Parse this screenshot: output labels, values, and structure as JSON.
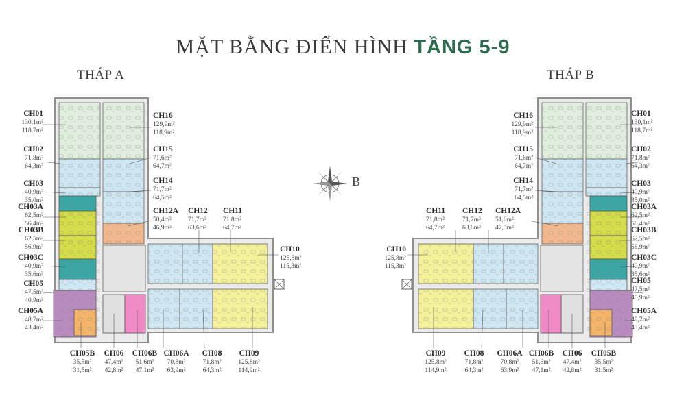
{
  "title": {
    "main": "MẶT BẰNG ĐIỂN HÌNH ",
    "highlight": "TẦNG 5-9"
  },
  "towers": {
    "a": "THÁP A",
    "b": "THÁP B"
  },
  "compass_letter": "B",
  "colors": {
    "light_green": "#dfeedd",
    "light_blue": "#cfe7f3",
    "teal": "#3aa7a5",
    "lime": "#d6dc4a",
    "peach": "#f3b98e",
    "yellow": "#f5f09a",
    "purple": "#b98cbf",
    "pink": "#f08bc8",
    "orange": "#f4b56a",
    "frame": "#8f8f8f"
  },
  "tower_a_labels": {
    "ch01": {
      "name": "CH01",
      "a1": "130,1m²",
      "a2": "118,7m²"
    },
    "ch02": {
      "name": "CH02",
      "a1": "71,8m²",
      "a2": "64,3m²"
    },
    "ch03": {
      "name": "CH03",
      "a1": "40,9m²",
      "a2": "35,0m²"
    },
    "ch03a": {
      "name": "CH03A",
      "a1": "62,5m²",
      "a2": "56,4m²"
    },
    "ch03b": {
      "name": "CH03B",
      "a1": "62,5m²",
      "a2": "56,9m²"
    },
    "ch03c": {
      "name": "CH03C",
      "a1": "40,9m²",
      "a2": "35,6m²"
    },
    "ch05": {
      "name": "CH05",
      "a1": "47,5m²",
      "a2": "40,9m²"
    },
    "ch05a": {
      "name": "CH05A",
      "a1": "48,7m²",
      "a2": "43,4m²"
    },
    "ch16": {
      "name": "CH16",
      "a1": "129,9m²",
      "a2": "118,9m²"
    },
    "ch15": {
      "name": "CH15",
      "a1": "71,6m²",
      "a2": "64,7m²"
    },
    "ch14": {
      "name": "CH14",
      "a1": "71,7m²",
      "a2": "64,5m²"
    },
    "ch12a": {
      "name": "CH12A",
      "a1": "50,4m²",
      "a2": "46,9m²"
    },
    "ch12": {
      "name": "CH12",
      "a1": "71,7m²",
      "a2": "63,6m²"
    },
    "ch11": {
      "name": "CH11",
      "a1": "71,8m²",
      "a2": "64,7m²"
    },
    "ch10": {
      "name": "CH10",
      "a1": "125,8m²",
      "a2": "115,3m²"
    },
    "ch05b": {
      "name": "CH05B",
      "a1": "35,5m²",
      "a2": "31,5m²"
    },
    "ch06": {
      "name": "CH06",
      "a1": "47,4m²",
      "a2": "42,8m²"
    },
    "ch06b": {
      "name": "CH06B",
      "a1": "51,6m²",
      "a2": "47,1m²"
    },
    "ch06a": {
      "name": "CH06A",
      "a1": "70,8m²",
      "a2": "63,9m²"
    },
    "ch08": {
      "name": "CH08",
      "a1": "71,8m²",
      "a2": "64,3m²"
    },
    "ch09": {
      "name": "CH09",
      "a1": "125,8m²",
      "a2": "114,9m²"
    }
  },
  "tower_b_labels": {
    "ch16": {
      "name": "CH16",
      "a1": "129,9m²",
      "a2": "118,9m²"
    },
    "ch15": {
      "name": "CH15",
      "a1": "71,6m²",
      "a2": "64,7m²"
    },
    "ch14": {
      "name": "CH14",
      "a1": "71,7m²",
      "a2": "64,5m²"
    },
    "ch11": {
      "name": "CH11",
      "a1": "71,8m²",
      "a2": "64,7m²"
    },
    "ch12": {
      "name": "CH12",
      "a1": "71,7m²",
      "a2": "63,6m²"
    },
    "ch12a": {
      "name": "CH12A",
      "a1": "51,0m²",
      "a2": "47,5m²"
    },
    "ch10": {
      "name": "CH10",
      "a1": "125,8m²",
      "a2": "115,3m²"
    },
    "ch01": {
      "name": "CH01",
      "a1": "130,1m²",
      "a2": "118,7m²"
    },
    "ch02": {
      "name": "CH02",
      "a1": "71,8m²",
      "a2": "64,3m²"
    },
    "ch03": {
      "name": "CH03",
      "a1": "40,9m²",
      "a2": "35,0m²"
    },
    "ch03a": {
      "name": "CH03A",
      "a1": "62,5m²",
      "a2": "56,4m²"
    },
    "ch03b": {
      "name": "CH03B",
      "a1": "62,5m²",
      "a2": "56,9m²"
    },
    "ch03c": {
      "name": "CH03C",
      "a1": "40,9m²",
      "a2": "35,6m²"
    },
    "ch05": {
      "name": "CH05",
      "a1": "47,5m²",
      "a2": "40,9m²"
    },
    "ch05a": {
      "name": "CH05A",
      "a1": "48,7m²",
      "a2": "43,4m²"
    },
    "ch09": {
      "name": "CH09",
      "a1": "125,8m²",
      "a2": "114,9m²"
    },
    "ch08": {
      "name": "CH08",
      "a1": "71,8m²",
      "a2": "64,3m²"
    },
    "ch06a": {
      "name": "CH06A",
      "a1": "70,8m²",
      "a2": "63,9m²"
    },
    "ch06b": {
      "name": "CH06B",
      "a1": "51,6m²",
      "a2": "47,1m²"
    },
    "ch06": {
      "name": "CH06",
      "a1": "47,4m²",
      "a2": "42,8m²"
    },
    "ch05b": {
      "name": "CH05B",
      "a1": "35,5m²",
      "a2": "31,5m²"
    }
  }
}
